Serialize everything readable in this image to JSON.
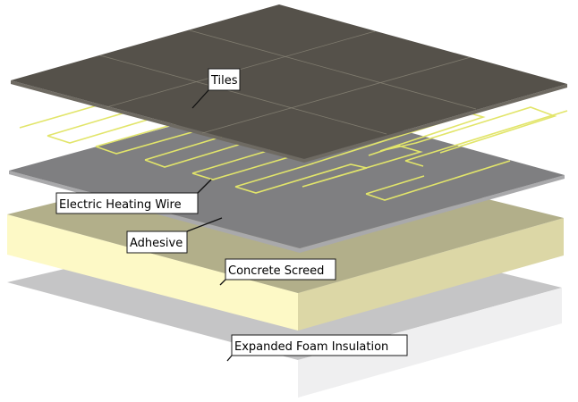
{
  "diagram": {
    "title": "Electric underfloor heating layers (exploded view)",
    "layers": [
      {
        "id": "tiles",
        "label": "Tiles",
        "color_top": "#55514a",
        "color_edge": "#6e6a62"
      },
      {
        "id": "heating-wire",
        "label": "Electric Heating Wire",
        "color": "#e2e56a"
      },
      {
        "id": "adhesive",
        "label": "Adhesive",
        "color_top": "#7f7f81",
        "color_edge": "#a9a9ab"
      },
      {
        "id": "concrete-screed",
        "label": "Concrete Screed",
        "color_top": "#b2af8a",
        "color_left": "#fdf9c6",
        "color_right": "#dcd7a6"
      },
      {
        "id": "foam-insulation",
        "label": "Expanded Foam Insulation",
        "color_top": "#c5c5c6",
        "color_right": "#efeff0"
      }
    ]
  }
}
